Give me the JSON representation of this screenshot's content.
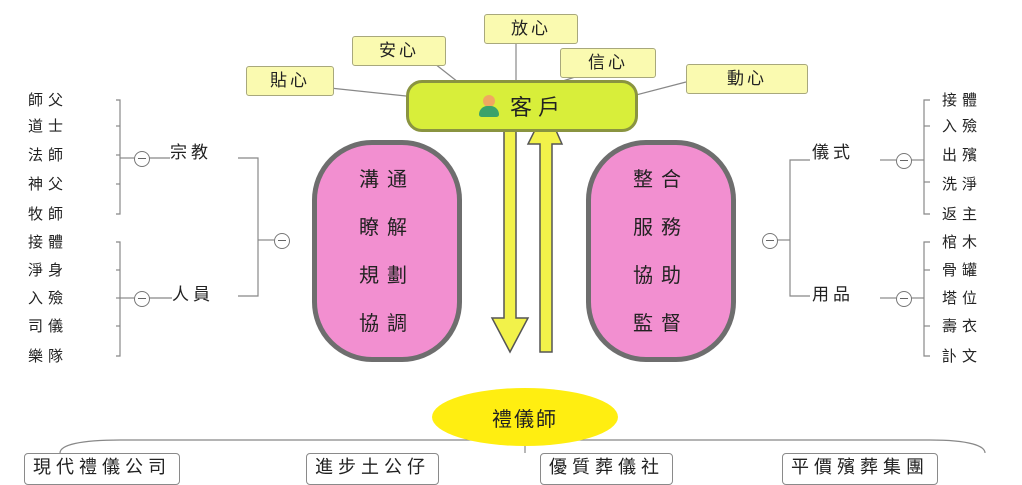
{
  "customer": {
    "label": "客戶",
    "icon": "person-icon"
  },
  "callouts": [
    "貼心",
    "安心",
    "放心",
    "信心",
    "動心"
  ],
  "left_pill": [
    "溝通",
    "瞭解",
    "規劃",
    "協調"
  ],
  "right_pill": [
    "整合",
    "服務",
    "協助",
    "監督"
  ],
  "left_groups": [
    {
      "label": "宗教",
      "items": [
        "師父",
        "道士",
        "法師",
        "神父",
        "牧師"
      ]
    },
    {
      "label": "人員",
      "items": [
        "接體",
        "淨身",
        "入殮",
        "司儀",
        "樂隊"
      ]
    }
  ],
  "right_groups": [
    {
      "label": "儀式",
      "items": [
        "接體",
        "入殮",
        "出殯",
        "洗淨",
        "返主"
      ]
    },
    {
      "label": "用品",
      "items": [
        "棺木",
        "骨罐",
        "塔位",
        "壽衣",
        "訃文"
      ]
    }
  ],
  "planner": {
    "label": "禮儀師"
  },
  "companies": [
    "現代禮儀公司",
    "進步土公仔",
    "優質葬儀社",
    "平價殯葬集團"
  ],
  "colors": {
    "customer_fill": "#d8ee3a",
    "pill_fill": "#f28fd0",
    "callout_fill": "#fafab0",
    "arrow_fill": "#f2f24a",
    "planner_fill": "#ffee11"
  }
}
